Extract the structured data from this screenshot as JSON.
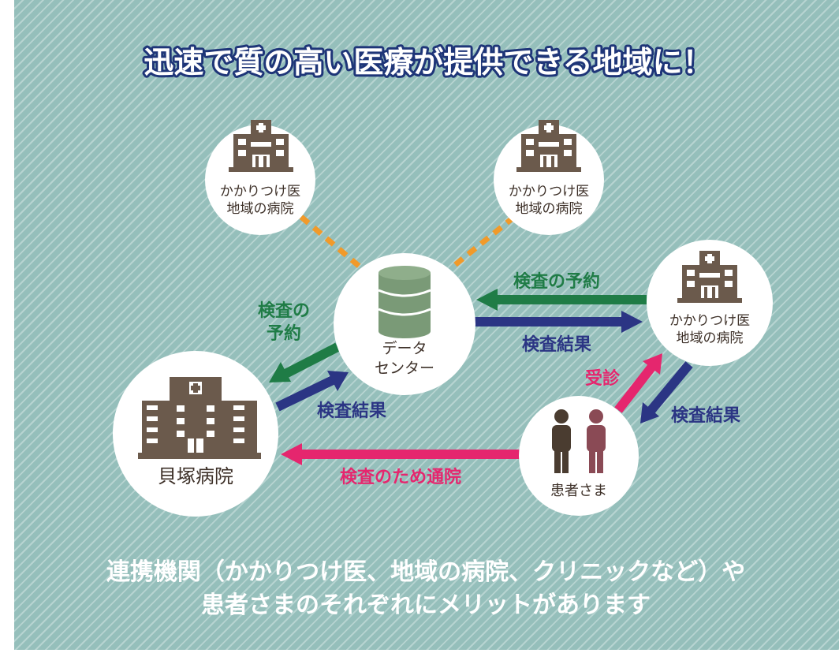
{
  "title": "迅速で質の高い医療が提供できる地域に！",
  "nodes": {
    "clinic_top_left": {
      "line1": "かかりつけ医",
      "line2": "地域の病院"
    },
    "clinic_top_right": {
      "line1": "かかりつけ医",
      "line2": "地域の病院"
    },
    "clinic_right": {
      "line1": "かかりつけ医",
      "line2": "地域の病院"
    },
    "data_center": {
      "line1": "データ",
      "line2": "センター"
    },
    "kaizuka_hospital": {
      "label": "貝塚病院"
    },
    "patients": {
      "label": "患者さま"
    }
  },
  "arrows": {
    "reserve_right": "検査の予約",
    "result_right": "検査結果",
    "reserve_left_1": "検査の",
    "reserve_left_2": "予約",
    "result_left": "検査結果",
    "consult": "受診",
    "result_patient": "検査結果",
    "visit_hospital": "検査のため通院"
  },
  "bottom": {
    "line1": "連携機関（かかりつけ医、地域の病院、クリニックなど）や",
    "line2": "患者さまのそれぞれにメリットがあります"
  },
  "colors": {
    "background": "#95bfbb",
    "title_outline": "#1e3578",
    "green": "#1f7c46",
    "navy": "#2b3584",
    "pink": "#e5266e",
    "dashed": "#f19a2a",
    "icon": "#6b5a4c",
    "database": "#7a9a77"
  }
}
